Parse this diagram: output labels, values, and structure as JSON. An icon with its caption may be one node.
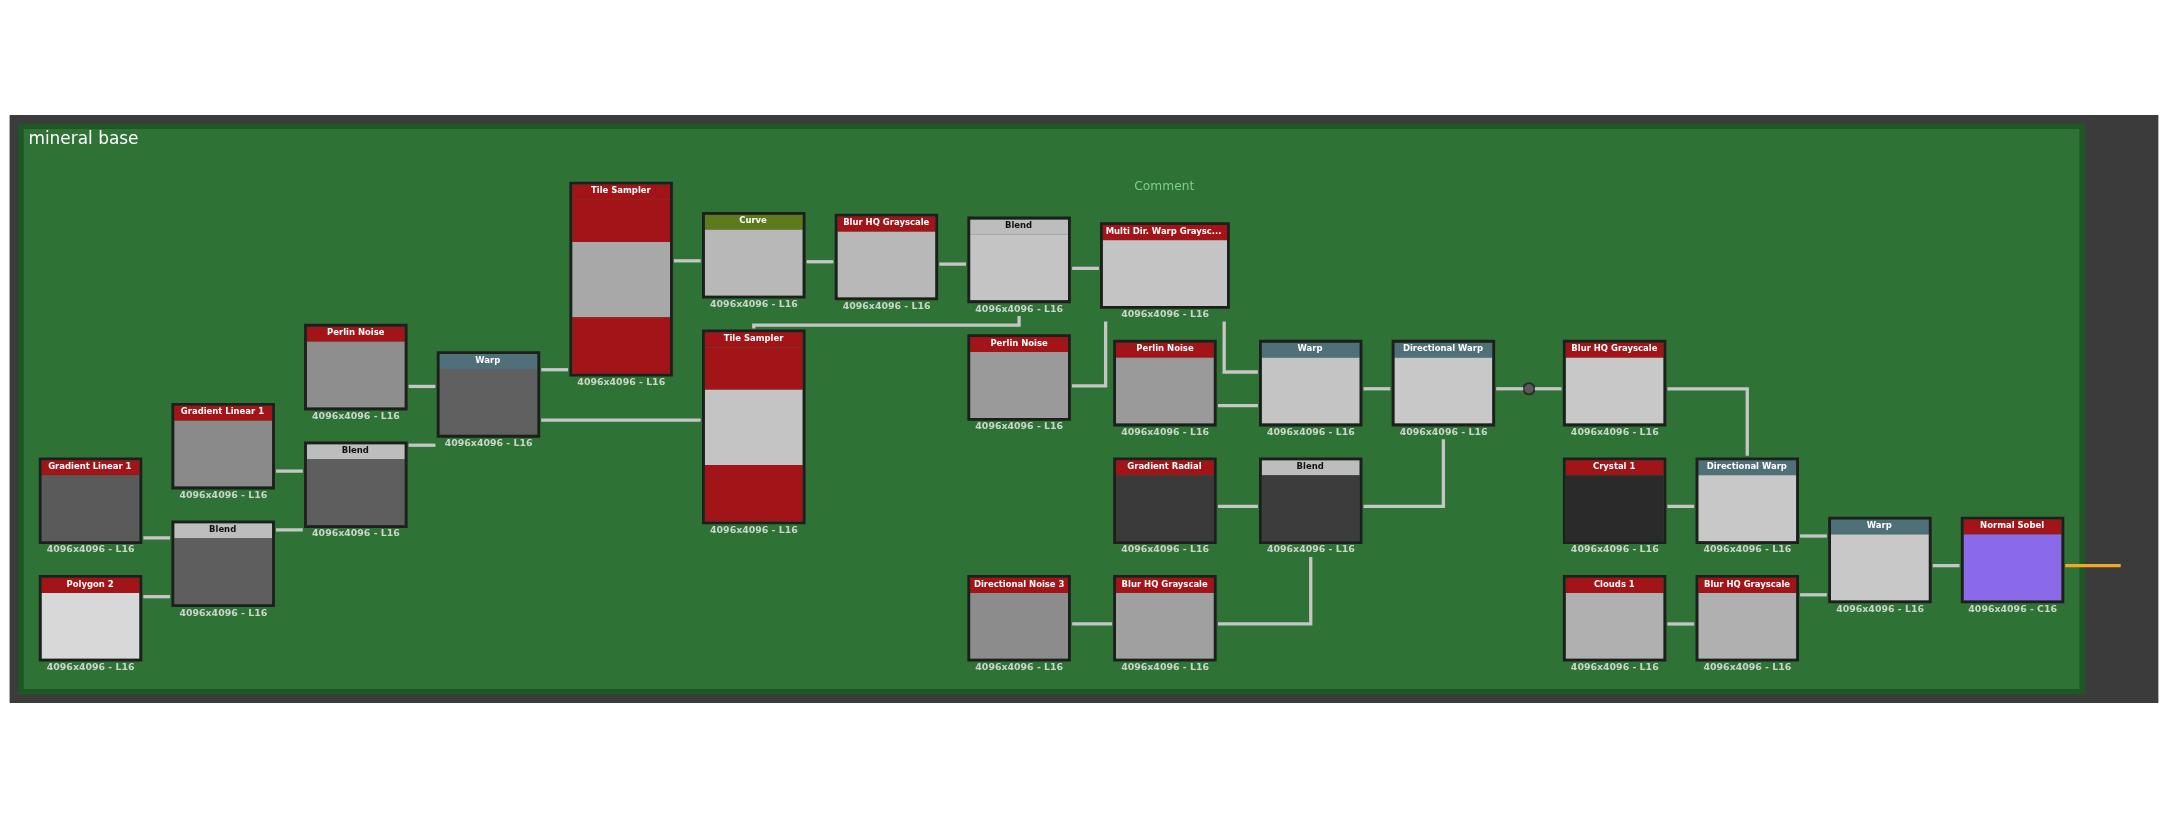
{
  "diagram": {
    "nodes": [
      {
        "text": [
          "mineral base"
        ]
      },
      {
        "text": [
          "Perlin Noise"
        ],
        "beside": [
          "4096x4096 - L16"
        ],
        "in": 0
      },
      {
        "text": [
          "Gradient Linear 1"
        ],
        "beside": [
          "4096x4096 - L16"
        ],
        "in": 0
      },
      {
        "text": [
          "Gradient Linear 1"
        ],
        "beside": [
          "4096x4096 - L16"
        ],
        "in": 0
      },
      {
        "text": [
          "Polygon 2"
        ],
        "beside": [
          "4096x4096 - L16"
        ],
        "in": 0
      },
      {
        "text": [
          "Blend"
        ],
        "beside": [
          "4096x4096 - L16"
        ],
        "in": 0
      },
      {
        "text": [
          "Blend"
        ],
        "beside": [
          "4096x4096 - L16"
        ],
        "in": 0
      },
      {
        "text": [
          "Warp"
        ],
        "beside": [
          "4096x4096 - L16"
        ],
        "in": 0
      },
      {
        "text": [
          "Tile Sampler"
        ],
        "beside": [
          "4096x4096 - L16"
        ],
        "in": 0
      },
      {
        "text": [
          "Tile Sampler"
        ],
        "beside": [
          "4096x4096 - L16"
        ],
        "in": 0
      },
      {
        "text": [
          "Curve"
        ],
        "beside": [
          "4096x4096 - L16"
        ],
        "in": 0
      },
      {
        "text": [
          "Blur HQ Grayscale"
        ],
        "beside": [
          "4096x4096 - L16"
        ],
        "in": 0
      },
      {
        "text": [
          "Blend"
        ],
        "beside": [
          "4096x4096 - L16"
        ],
        "in": 0
      },
      {
        "text": [
          "Perlin Noise"
        ],
        "beside": [
          "4096x4096 - L16"
        ],
        "in": 0
      },
      {
        "text": [
          "Multi Dir. Warp Graysc..."
        ],
        "beside": [
          "4096x4096 - L16"
        ],
        "in": 0
      },
      {
        "text": [
          "Perlin Noise"
        ],
        "beside": [
          "4096x4096 - L16"
        ],
        "in": 0
      },
      {
        "text": [
          "Warp"
        ],
        "beside": [
          "4096x4096 - L16"
        ],
        "in": 0
      },
      {
        "text": [
          "Gradient Radial"
        ],
        "beside": [
          "4096x4096 - L16"
        ],
        "in": 0
      },
      {
        "text": [
          "Directional Noise 3"
        ],
        "beside": [
          "4096x4096 - L16"
        ],
        "in": 0
      },
      {
        "text": [
          "Blur HQ Grayscale"
        ],
        "beside": [
          "4096x4096 - L16"
        ],
        "in": 0
      },
      {
        "text": [
          "Blend"
        ],
        "beside": [
          "4096x4096 - L16"
        ],
        "in": 0
      },
      {
        "text": [
          "Directional Warp"
        ],
        "beside": [
          "4096x4096 - L16"
        ],
        "in": 0
      },
      {
        "text": [],
        "shape": "circle",
        "in": 0
      },
      {
        "text": [
          "Blur HQ Grayscale"
        ],
        "beside": [
          "4096x4096 - L16"
        ],
        "in": 0
      },
      {
        "text": [
          "Directional Warp"
        ],
        "beside": [
          "4096x4096 - L16"
        ],
        "in": 0
      },
      {
        "text": [
          "Crystal 1"
        ],
        "beside": [
          "4096x4096 - L16"
        ],
        "in": 0
      },
      {
        "text": [
          "Clouds 1"
        ],
        "beside": [
          "4096x4096 - L16"
        ],
        "in": 0
      },
      {
        "text": [
          "Blur HQ Grayscale"
        ],
        "beside": [
          "4096x4096 - L16"
        ],
        "in": 0
      },
      {
        "text": [
          "Warp"
        ],
        "beside": [
          "4096x4096 - L16"
        ],
        "in": 0
      },
      {
        "text": [
          "Normal Sobel"
        ],
        "beside": [
          "4096x4096 - C16"
        ],
        "in": 0
      }
    ],
    "edges": [
      {
        "from": 2,
        "to": 5,
        "arrow": "none"
      },
      {
        "from": 4,
        "to": 5,
        "arrow": "none"
      },
      {
        "from": 3,
        "to": 6,
        "arrow": "none"
      },
      {
        "from": 5,
        "to": 6,
        "arrow": "none"
      },
      {
        "from": 6,
        "to": 7,
        "arrow": "none"
      },
      {
        "from": 1,
        "to": 7,
        "arrow": "none"
      },
      {
        "from": 7,
        "to": 8,
        "arrow": "none"
      },
      {
        "from": 7,
        "to": 9,
        "arrow": "none"
      },
      {
        "from": 8,
        "to": 12,
        "arrow": "none"
      },
      {
        "from": 9,
        "to": 10,
        "arrow": "none"
      },
      {
        "from": 10,
        "to": 11,
        "arrow": "none"
      },
      {
        "from": 11,
        "to": 12,
        "arrow": "none"
      },
      {
        "from": 12,
        "to": 14,
        "arrow": "none"
      },
      {
        "from": 13,
        "to": 14,
        "arrow": "none"
      },
      {
        "from": 14,
        "to": 16,
        "arrow": "none"
      },
      {
        "from": 15,
        "to": 16,
        "arrow": "none"
      },
      {
        "from": 16,
        "to": 21,
        "arrow": "none"
      },
      {
        "from": 17,
        "to": 20,
        "arrow": "none"
      },
      {
        "from": 18,
        "to": 19,
        "arrow": "none"
      },
      {
        "from": 19,
        "to": 20,
        "arrow": "none"
      },
      {
        "from": 20,
        "to": 21,
        "arrow": "none"
      },
      {
        "from": 21,
        "to": 22,
        "arrow": "none"
      },
      {
        "from": 22,
        "to": 23,
        "arrow": "none"
      },
      {
        "from": 23,
        "to": 24,
        "arrow": "none"
      },
      {
        "from": 25,
        "to": 24,
        "arrow": "none"
      },
      {
        "from": 24,
        "to": 28,
        "arrow": "none"
      },
      {
        "from": 26,
        "to": 27,
        "arrow": "none"
      },
      {
        "from": 27,
        "to": 28,
        "arrow": "none"
      },
      {
        "from": 28,
        "to": 29,
        "arrow": "none"
      },
      {
        "from": 29,
        "to": null,
        "arrow": "none",
        "color": "#f5a623"
      }
    ],
    "labels": [
      "Comment"
    ]
  }
}
